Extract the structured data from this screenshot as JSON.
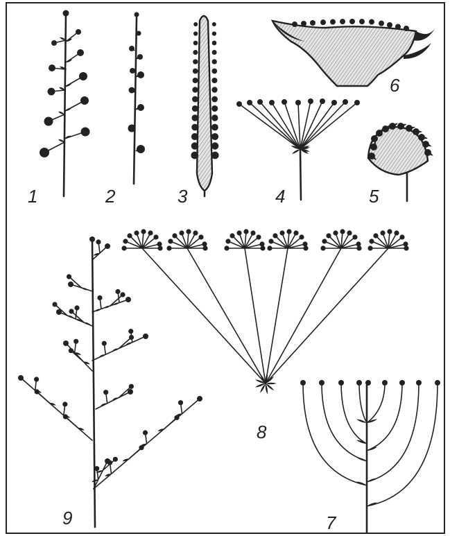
{
  "figure": {
    "labels": {
      "fig1": "1",
      "fig2": "2",
      "fig3": "3",
      "fig4": "4",
      "fig5": "5",
      "fig6": "6",
      "fig7": "7",
      "fig8": "8",
      "fig9": "9"
    }
  }
}
